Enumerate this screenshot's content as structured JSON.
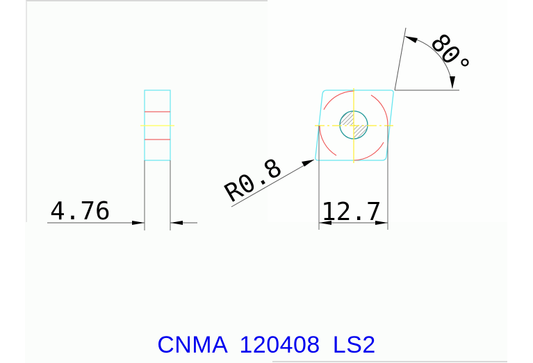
{
  "drawing": {
    "title": "CNMA  120408  LS2",
    "side_view": {
      "thickness_label": "4.76"
    },
    "top_view": {
      "radius_label": "R0.8",
      "width_label": "12.7",
      "angle_label": "80°"
    }
  },
  "colors": {
    "outline": "#66e6f0",
    "inscribed_circle": "#ee5555",
    "centerline": "#ffff44",
    "dimension": "#555555",
    "title_text": "#0000ee",
    "hole": "#229999"
  }
}
